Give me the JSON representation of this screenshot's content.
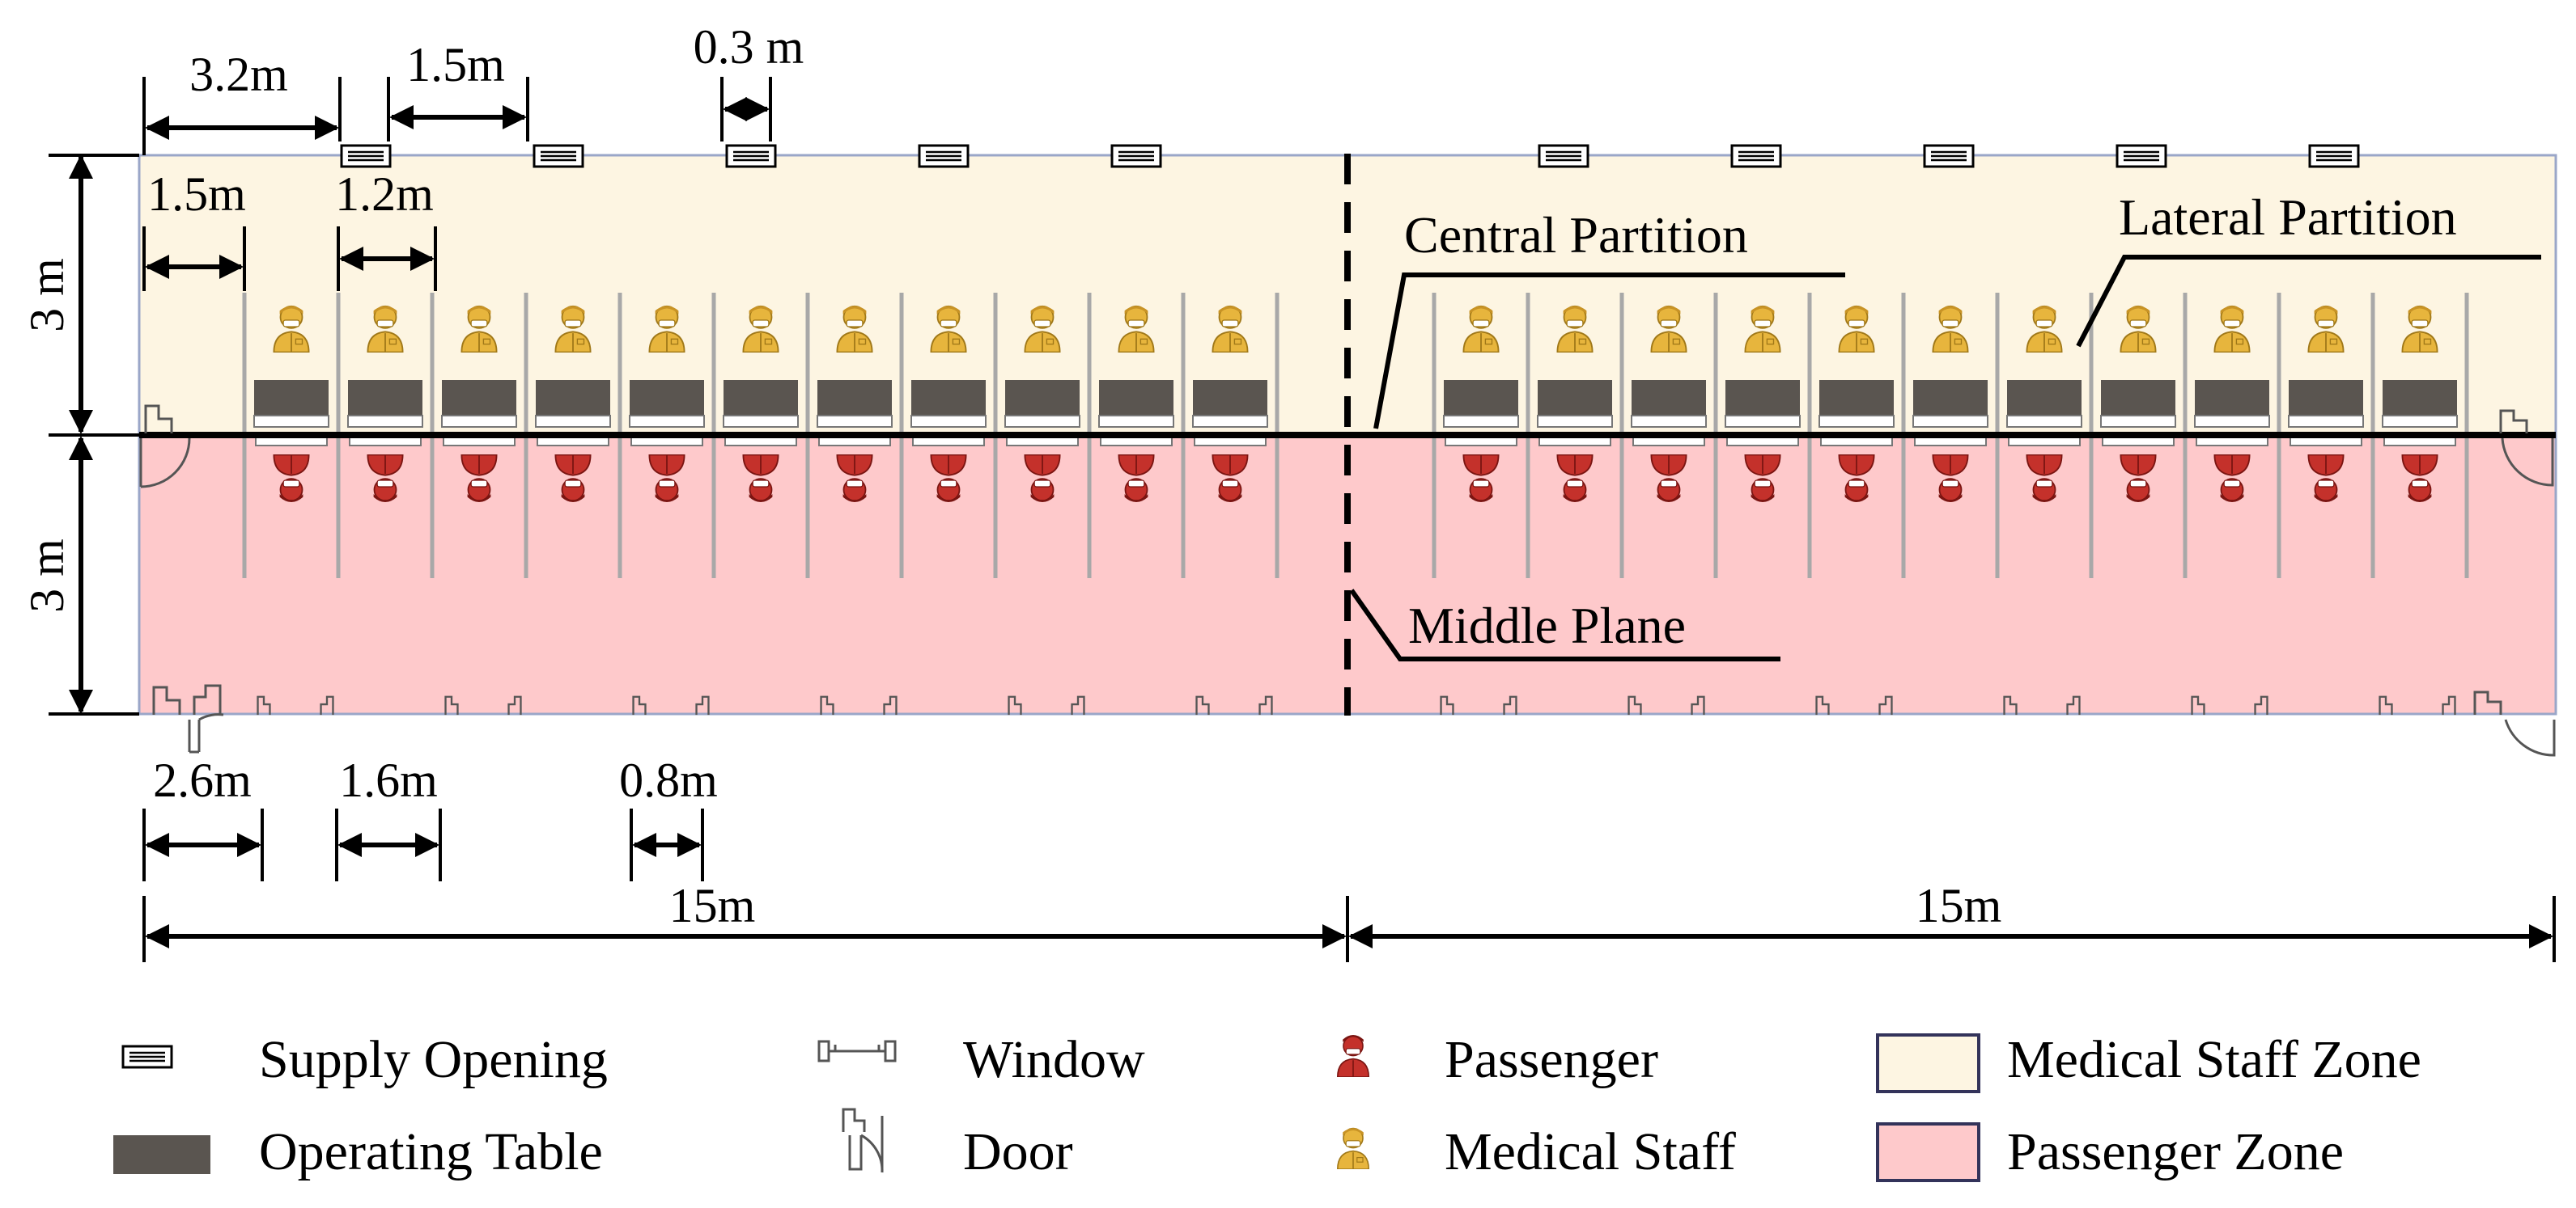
{
  "dimensions": {
    "supply_spacing": "3.2m",
    "supply_gap": "1.5m",
    "supply_width": "0.3 m",
    "first_booth_offset": "1.5m",
    "booth_width": "1.2m",
    "staff_zone_height": "3 m",
    "passenger_zone_height": "3 m",
    "window_offset": "2.6m",
    "window_spacing": "1.6m",
    "window_width": "0.8m",
    "half_length_left": "15m",
    "half_length_right": "15m"
  },
  "callouts": {
    "central_partition": "Central Partition",
    "lateral_partition": "Lateral Partition",
    "middle_plane": "Middle Plane"
  },
  "legend": {
    "supply_opening": "Supply Opening",
    "operating_table": "Operating Table",
    "window": "Window",
    "door": "Door",
    "passenger": "Passenger",
    "medical_staff": "Medical Staff",
    "medical_staff_zone": "Medical Staff Zone",
    "passenger_zone": "Passenger Zone"
  },
  "colors": {
    "medical_staff_zone": "#FDF5E2",
    "passenger_zone": "#FEC9CB",
    "operating_table": "#5A5550",
    "medical_staff_icon": "#E7B53D",
    "passenger_icon": "#C4312B",
    "partition": "#000000",
    "lateral_partition": "#A8A8A8"
  },
  "layout": {
    "booths_per_half": 11,
    "supply_openings_per_half": 5,
    "windows_per_half": 6
  }
}
